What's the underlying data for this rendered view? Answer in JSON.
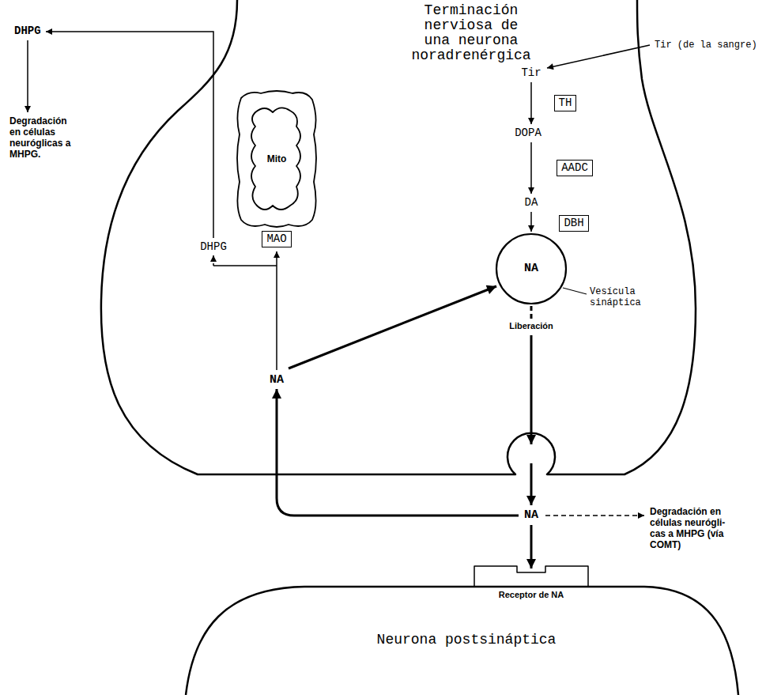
{
  "diagram": {
    "nodes": [
      {
        "text": [
          "Terminación nerviosa de una neurona noradrenérgica"
        ]
      },
      {
        "text": [
          "Mito"
        ],
        "in": 0
      },
      {
        "text": [
          "TH"
        ],
        "in": 0
      },
      {
        "text": [
          "AADC"
        ],
        "in": 0
      },
      {
        "text": [
          "DBH"
        ],
        "in": 0
      },
      {
        "text": [
          "MAO"
        ],
        "in": 0
      },
      {
        "text": [
          "NA"
        ],
        "in": 0
      },
      {
        "text": [
          "Receptor de NA"
        ]
      },
      {
        "text": [
          "Neurona postsináptica"
        ]
      }
    ],
    "labels": [
      "DHPG",
      "Tir (de la sangre)",
      "Tir",
      "DOPA",
      "Degradación en células neuróglicas a MHPG.",
      "DA",
      "DHPG",
      "Vesícula sináptica",
      "NA",
      "Liberación",
      "NA",
      "Degradación en células neurógli- cas a MHPG (vía COMT)"
    ]
  }
}
